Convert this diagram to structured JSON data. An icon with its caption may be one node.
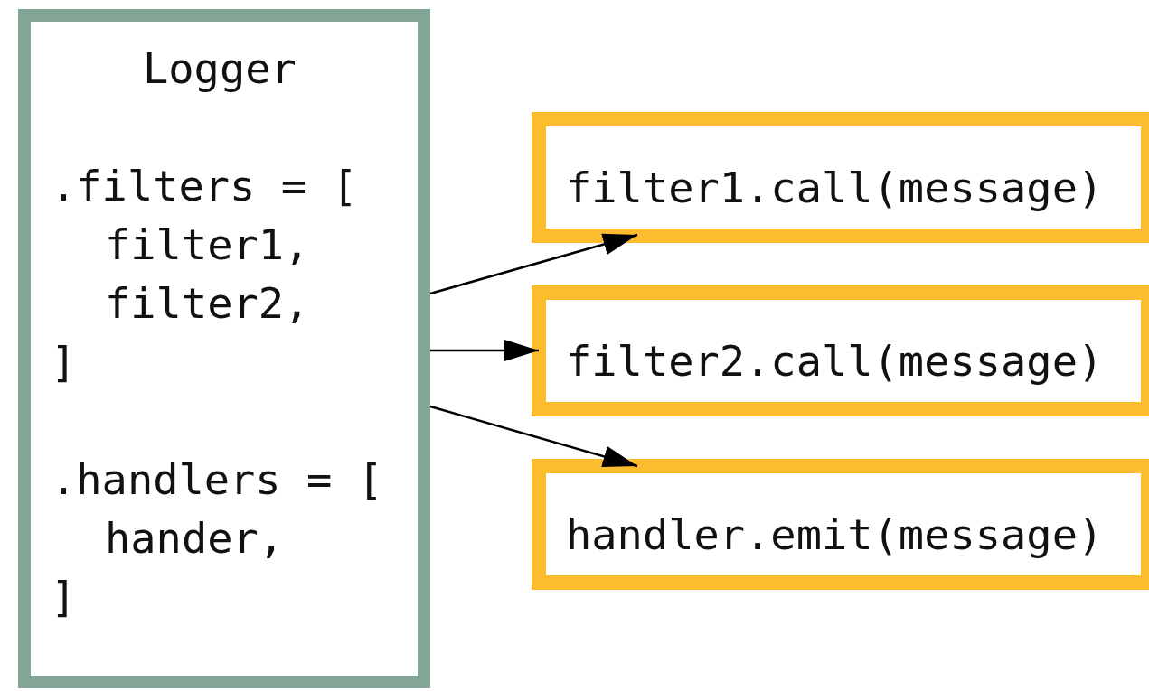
{
  "diagram": {
    "nodes": [
      {
        "text": [
          "Logger",
          ".filters = [",
          "filter1,",
          "filter2,",
          "]",
          ".handlers = [",
          "hander,",
          "]"
        ]
      },
      {
        "text": [
          "filter1.call(message)"
        ]
      },
      {
        "text": [
          "filter2.call(message)"
        ]
      },
      {
        "text": [
          "handler.emit(message)"
        ]
      }
    ],
    "edges": [
      {
        "from": 0,
        "to": 1,
        "arrow": "to"
      },
      {
        "from": 0,
        "to": 2,
        "arrow": "to"
      },
      {
        "from": 0,
        "to": 3,
        "arrow": "to"
      }
    ]
  }
}
